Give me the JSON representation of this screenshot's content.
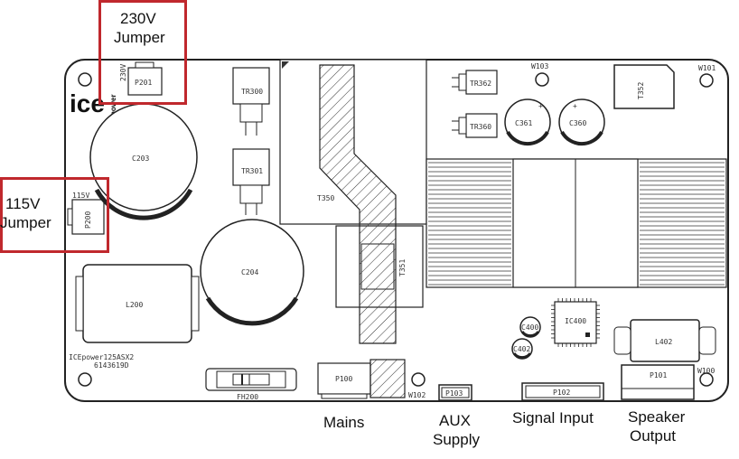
{
  "board": {
    "brand_text": "ice",
    "brand_sub": "power",
    "model": "ICEpower125ASX2",
    "part_number": "6143619D",
    "outline_color": "#222222",
    "highlight_color": "#c0282d"
  },
  "components": {
    "p201": "P201",
    "p201_tag": "230V",
    "p200": "P200",
    "p200_tag": "115V",
    "tr300": "TR300",
    "tr301": "TR301",
    "c203": "C203",
    "c204": "C204",
    "l200": "L200",
    "fh200": "FH200",
    "p100": "P100",
    "w102": "W102",
    "p103": "P103",
    "p102": "P102",
    "p101": "P101",
    "w100": "W100",
    "w101": "W101",
    "w103": "W103",
    "t350": "T350",
    "t351": "T351",
    "t352": "T352",
    "tr362": "TR362",
    "tr360": "TR360",
    "c361": "C361",
    "c360": "C360",
    "ic400": "IC400",
    "c400": "C400",
    "c402": "C402",
    "l402": "L402"
  },
  "callouts": {
    "jumper_230_line1": "230V",
    "jumper_230_line2": "Jumper",
    "jumper_115_line1": "115V",
    "jumper_115_line2": "Jumper",
    "mains": "Mains",
    "aux_line1": "AUX",
    "aux_line2": "Supply",
    "signal_input": "Signal Input",
    "speaker_line1": "Speaker",
    "speaker_line2": "Output"
  }
}
